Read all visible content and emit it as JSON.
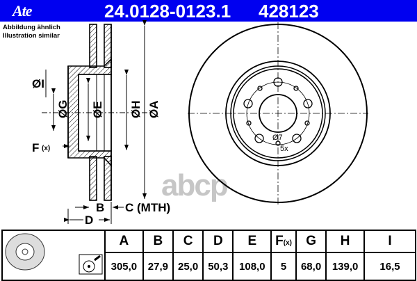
{
  "header": {
    "logo": "Ate",
    "part_number": "24.0128-0123.1",
    "code": "428123",
    "background": "#0000f0"
  },
  "note": {
    "de": "Abbildung ähnlich",
    "en": "Illustration similar"
  },
  "drawing": {
    "labels": {
      "I": "ØI",
      "G": "ØG",
      "E": "ØE",
      "H": "ØH",
      "A": "ØA",
      "F": "F",
      "F_sub": "(x)",
      "B": "B",
      "C": "C (MTH)",
      "D": "D",
      "hole": "Ø7",
      "count": "5x"
    }
  },
  "watermark": "abcp",
  "table": {
    "headers": [
      "A",
      "B",
      "C",
      "D",
      "E",
      "F",
      "G",
      "H",
      "I"
    ],
    "header_sub": {
      "F": "(x)"
    },
    "values": [
      "305,0",
      "27,9",
      "25,0",
      "50,3",
      "108,0",
      "5",
      "68,0",
      "139,0",
      "16,5"
    ]
  },
  "icons": {
    "disc": "brake-disc-illustration",
    "spray": "spray-paint-icon"
  }
}
